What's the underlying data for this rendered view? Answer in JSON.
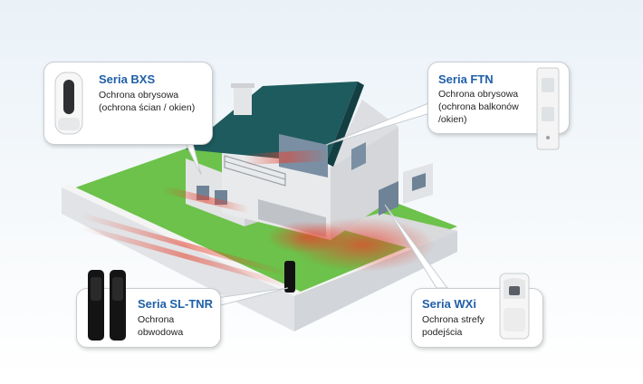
{
  "callouts": {
    "bxs": {
      "title": "Seria BXS",
      "description": "Ochrona obrysowa\n(ochrona ścian / okien)",
      "icon": "bxs-detector-icon"
    },
    "ftn": {
      "title": "Seria FTN",
      "description": "Ochrona obrysowa\n(ochrona balkonów\n/okien)",
      "icon": "ftn-detector-icon"
    },
    "sl_tnr": {
      "title": "Seria SL-TNR",
      "description": "Ochrona\nobwodowa",
      "icon": "sl-tnr-beam-icon"
    },
    "wxi": {
      "title": "Seria WXi",
      "description": "Ochrona strefy\npodejścia",
      "icon": "wxi-detector-icon"
    }
  },
  "colors": {
    "title": "#1f5fa8",
    "roof": "#1e5b5e",
    "lawn": "#6cc24a",
    "beam": "#e8412c",
    "wall": "#e9eaec"
  }
}
